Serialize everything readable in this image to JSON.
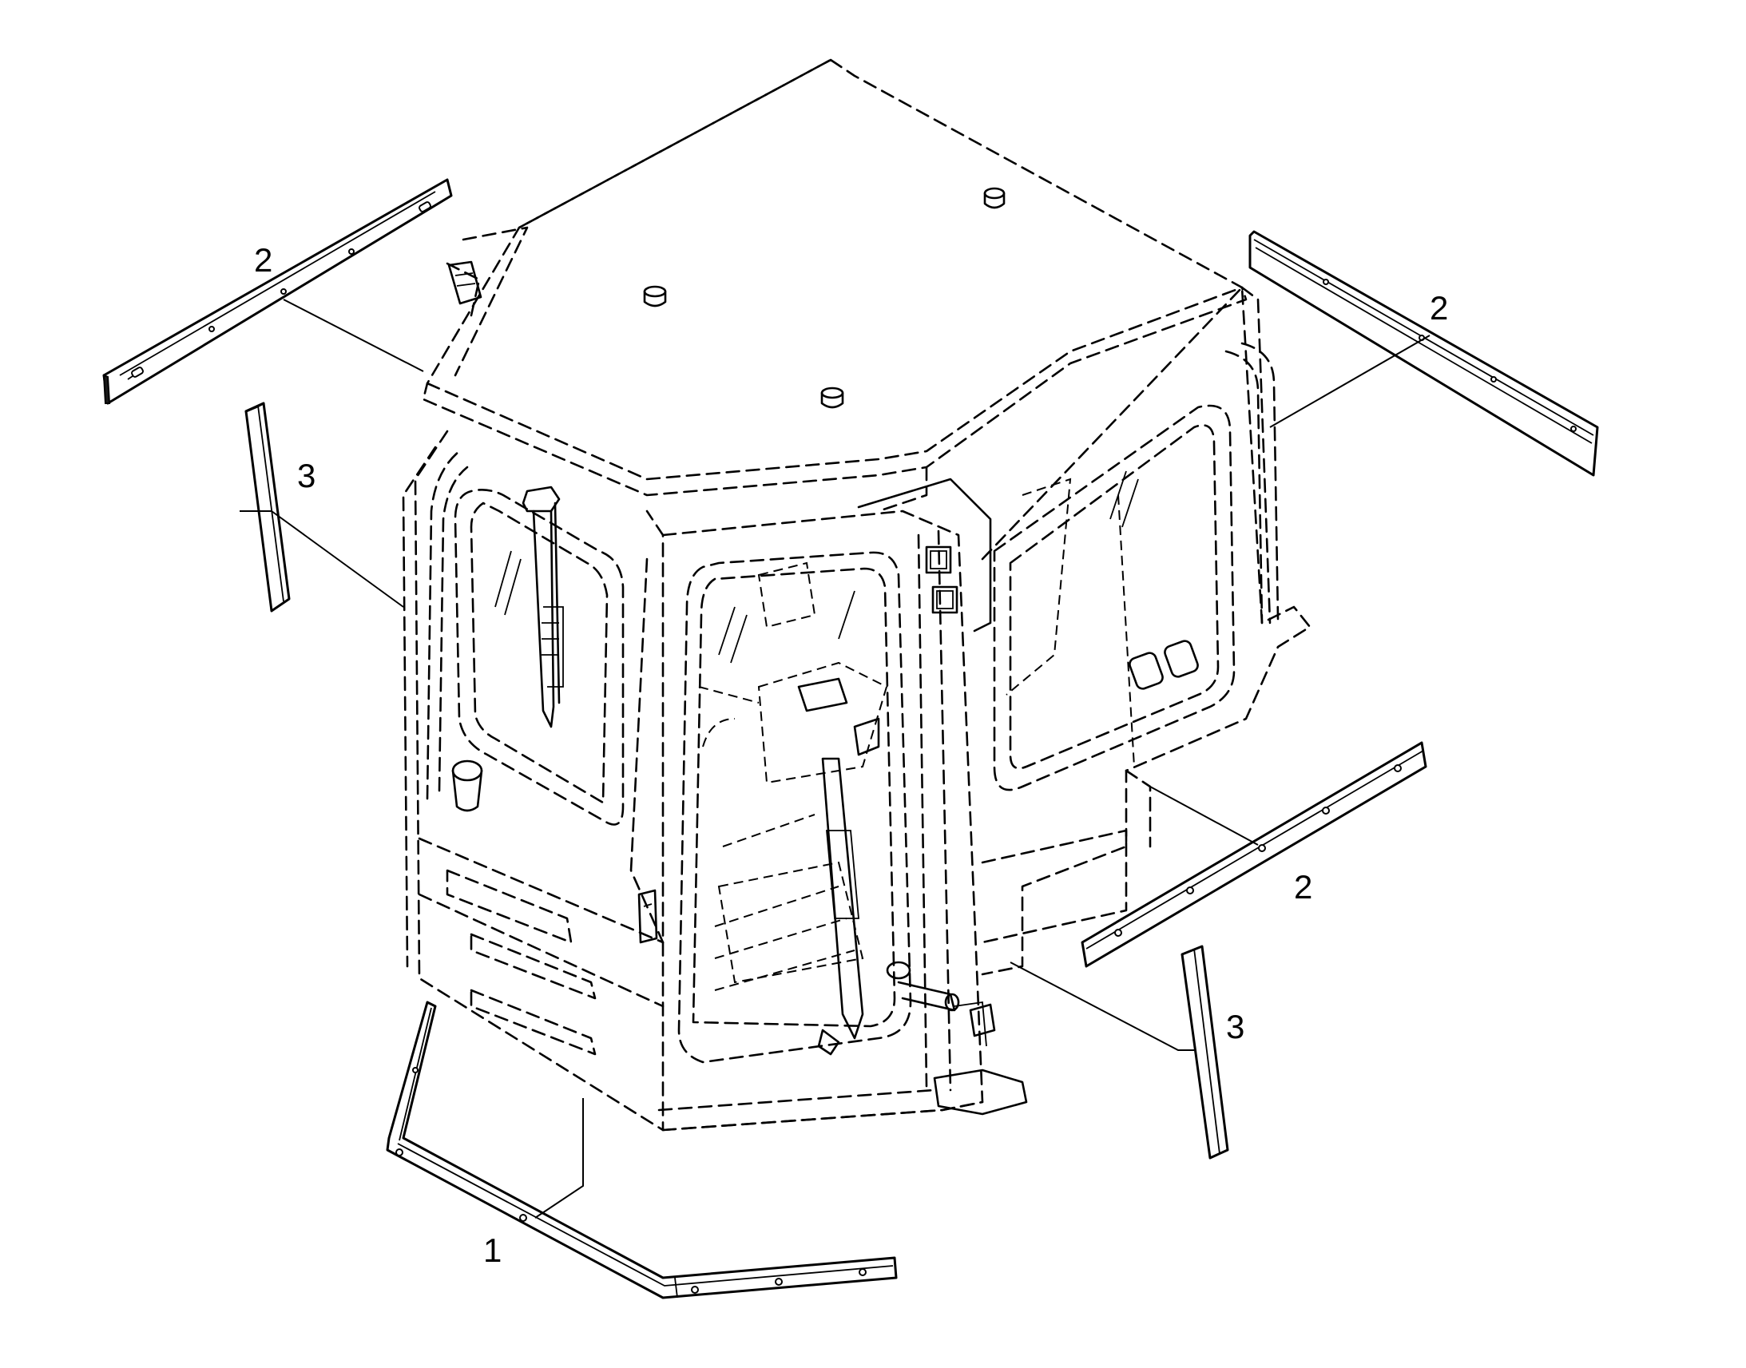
{
  "callouts": {
    "front_lower_seal": "1",
    "left_upper_seal": "2",
    "right_upper_seal": "2",
    "right_lower_seal": "2",
    "left_corner_post": "3",
    "right_corner_post": "3"
  }
}
